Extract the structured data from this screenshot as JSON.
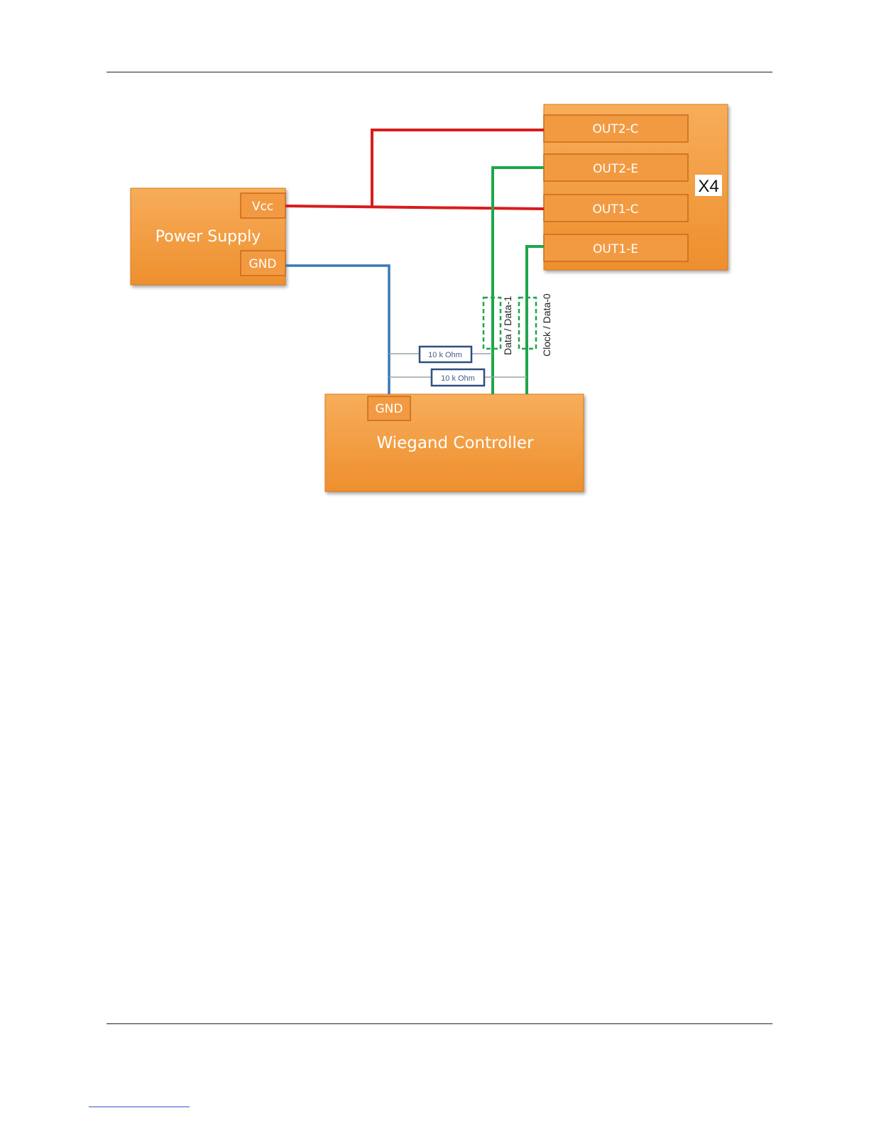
{
  "diagram": {
    "power_supply": {
      "label": "Power Supply",
      "pins": {
        "vcc": "Vcc",
        "gnd": "GND"
      }
    },
    "x4": {
      "label": "X4",
      "pins": [
        "OUT2-C",
        "OUT2-E",
        "OUT1-C",
        "OUT1-E"
      ]
    },
    "controller": {
      "label": "Wiegand Controller",
      "pins": {
        "gnd": "GND"
      }
    },
    "resistors": [
      "10 k Ohm",
      "10 k Ohm"
    ],
    "signals": {
      "data": "Data / Data-1",
      "clock": "Clock / Data-0"
    },
    "colors": {
      "box": "#f39a3c",
      "box_border": "#d77a20",
      "wire_power": "#d81c1c",
      "wire_signal": "#1fa64a",
      "wire_ground": "#3a78b5",
      "resistor_wire": "#9aa3ad",
      "resistor_border": "#2f4f7f"
    }
  }
}
